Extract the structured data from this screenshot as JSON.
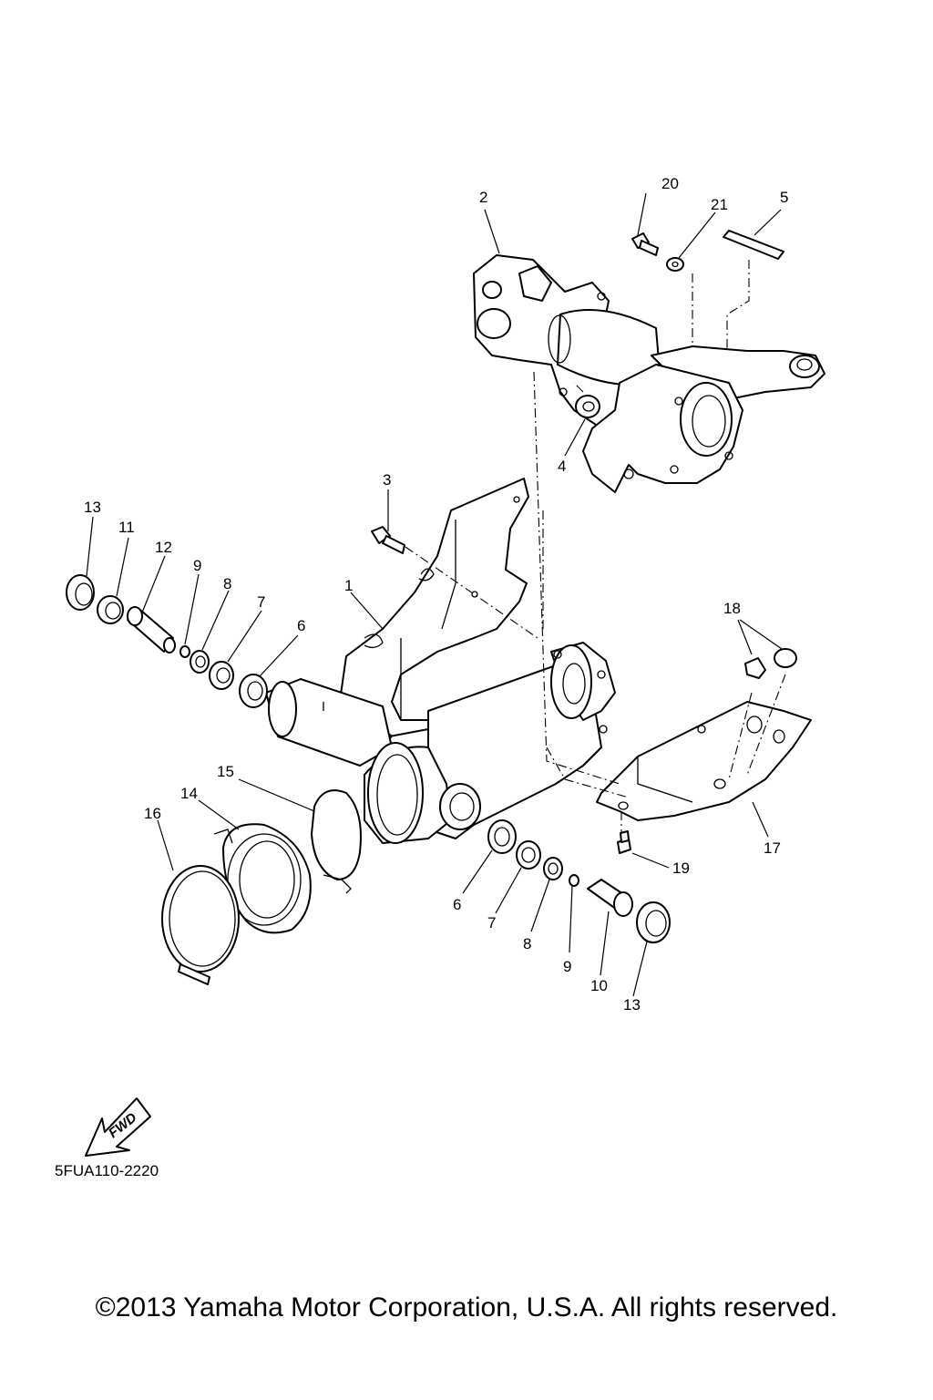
{
  "diagram": {
    "callouts": {
      "c1": "1",
      "c2": "2",
      "c3": "3",
      "c4": "4",
      "c5": "5",
      "c6a": "6",
      "c6b": "6",
      "c7a": "7",
      "c7b": "7",
      "c8a": "8",
      "c8b": "8",
      "c9a": "9",
      "c9b": "9",
      "c10": "10",
      "c11": "11",
      "c12": "12",
      "c13a": "13",
      "c13b": "13",
      "c14": "14",
      "c15": "15",
      "c16": "16",
      "c17": "17",
      "c18": "18",
      "c19": "19",
      "c20": "20",
      "c21": "21"
    },
    "fwd_label": "FWD",
    "part_code": "5FUA110-2220"
  },
  "footer": {
    "copyright": "©2013 Yamaha Motor Corporation, U.S.A. All rights reserved."
  }
}
